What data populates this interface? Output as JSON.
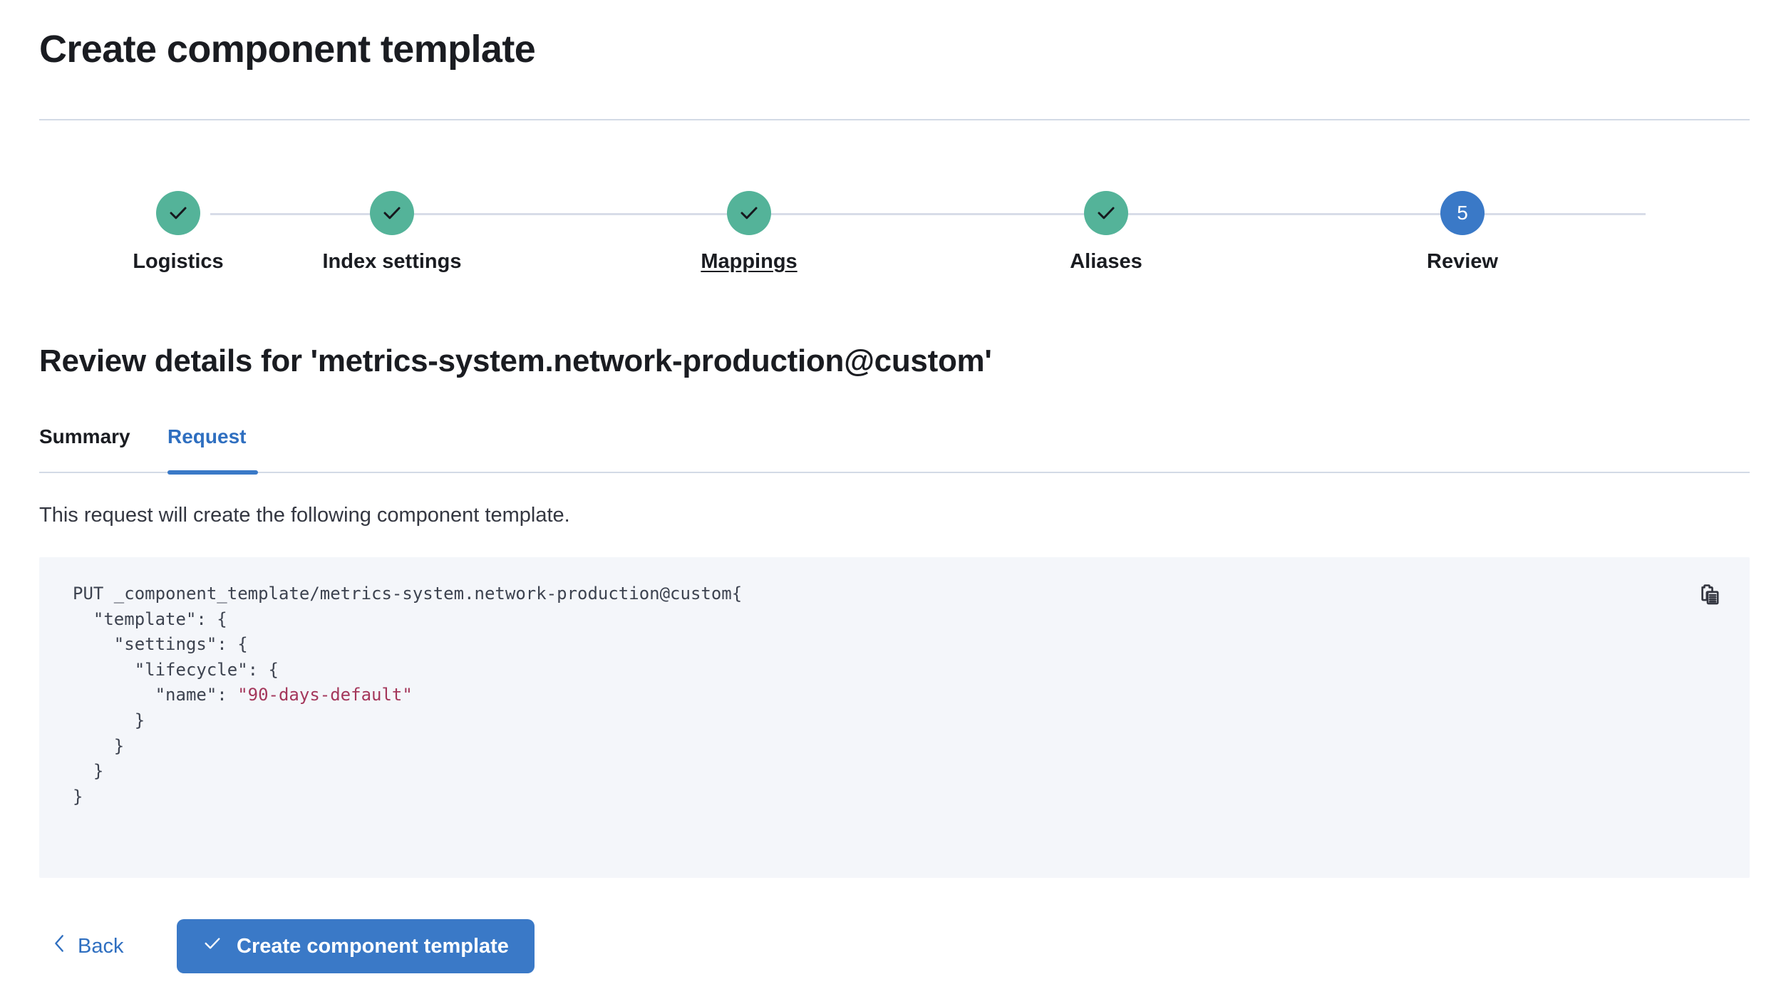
{
  "header": {
    "title": "Create component template"
  },
  "stepper": {
    "steps": [
      {
        "label": "Logistics",
        "state": "complete",
        "icon": "check-icon",
        "number": 1
      },
      {
        "label": "Index settings",
        "state": "complete",
        "icon": "check-icon",
        "number": 2
      },
      {
        "label": "Mappings",
        "state": "complete",
        "icon": "check-icon",
        "number": 3,
        "underlined": true
      },
      {
        "label": "Aliases",
        "state": "complete",
        "icon": "check-icon",
        "number": 4
      },
      {
        "label": "Review",
        "state": "current",
        "icon": "step-number",
        "number": 5
      }
    ],
    "colors": {
      "complete": "#54b399",
      "current": "#3a79c7",
      "connector": "#d8dce8"
    }
  },
  "review": {
    "heading": "Review details for 'metrics-system.network-production@custom'",
    "tabs": [
      {
        "label": "Summary",
        "active": false
      },
      {
        "label": "Request",
        "active": true
      }
    ],
    "description": "This request will create the following component template.",
    "accent_color": "#3a79c7"
  },
  "code": {
    "copy_icon": "copy-icon",
    "background": "#f4f6fa",
    "string_color": "#a4375b",
    "request_line": "PUT _component_template/metrics-system.network-production@custom",
    "body_before_value": "{\n  \"template\": {\n    \"settings\": {\n      \"lifecycle\": {\n        \"name\": ",
    "value": "\"90-days-default\"",
    "body_after_value": "\n      }\n    }\n  }\n}"
  },
  "footer": {
    "back_label": "Back",
    "back_icon": "chevron-left-icon",
    "submit_label": "Create component template",
    "submit_icon": "check-icon",
    "submit_color": "#3a79c7"
  }
}
